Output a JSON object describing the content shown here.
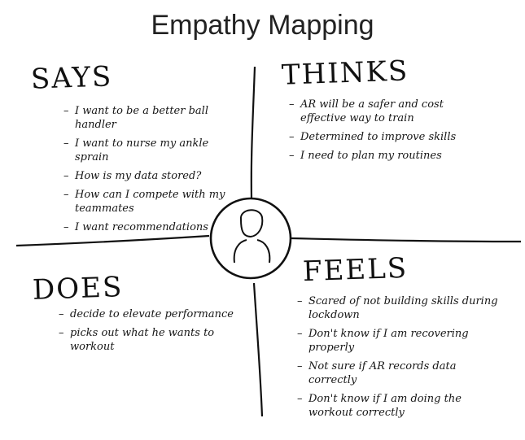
{
  "title": "Empathy Mapping",
  "quadrants": {
    "says": {
      "heading": "SAYS",
      "items": [
        "I want to be a better ball handler",
        "I want to nurse my ankle sprain",
        "How is my data stored?",
        "How can I compete with my teammates",
        "I want recommendations"
      ]
    },
    "thinks": {
      "heading": "THINKS",
      "items": [
        "AR will be a safer and cost effective way to train",
        "Determined to improve skills",
        "I need to plan my routines"
      ]
    },
    "does": {
      "heading": "DOES",
      "items": [
        "decide to elevate performance",
        "picks out what he wants to workout"
      ]
    },
    "feels": {
      "heading": "FEELS",
      "items": [
        "Scared of not building skills during lockdown",
        "Don't know if I am recovering properly",
        "Not sure if AR records data correctly",
        "Don't know if I am doing the workout correctly"
      ]
    }
  },
  "center": {
    "icon": "user-avatar-icon"
  }
}
